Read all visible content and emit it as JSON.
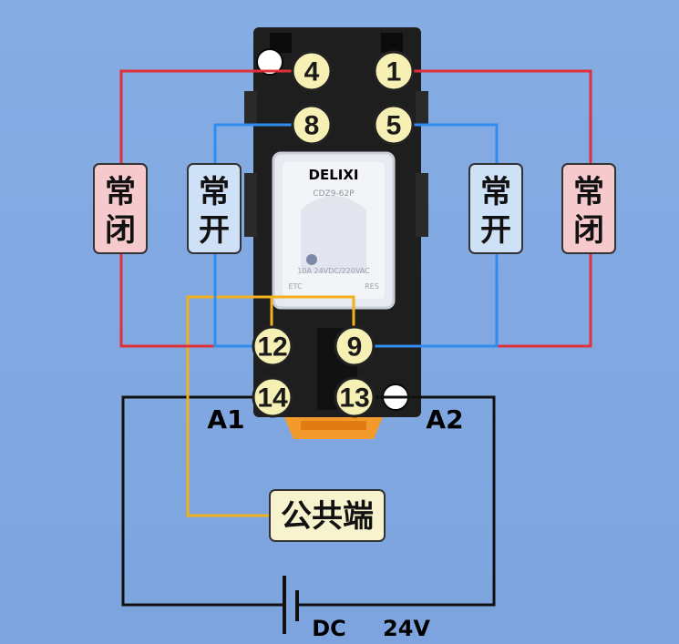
{
  "terminals": {
    "t4": "4",
    "t1": "1",
    "t8": "8",
    "t5": "5",
    "t12": "12",
    "t9": "9",
    "t14": "14",
    "t13": "13"
  },
  "tags": {
    "nc_left": [
      "常",
      "闭"
    ],
    "no_left": [
      "常",
      "开"
    ],
    "no_right": [
      "常",
      "开"
    ],
    "nc_right": [
      "常",
      "闭"
    ]
  },
  "relay": {
    "brand": "DELIXI",
    "model": "CDZ9-62P",
    "rating": "10A 24VDC/220VAC",
    "left_code": "ETC",
    "right_code": "RES"
  },
  "coil_labels": {
    "a1": "A1",
    "a2": "A2"
  },
  "common_label": "公共端",
  "power": {
    "type": "DC",
    "voltage": "24V"
  },
  "colors": {
    "normally_closed": "#e0303a",
    "normally_open": "#2f8cf0",
    "common": "#f2b01e",
    "coil": "#111111",
    "nc_tag_bg": "#f6c9cc",
    "no_tag_bg": "#cfe1f6",
    "terminal_fill": "#f6f0b4"
  }
}
